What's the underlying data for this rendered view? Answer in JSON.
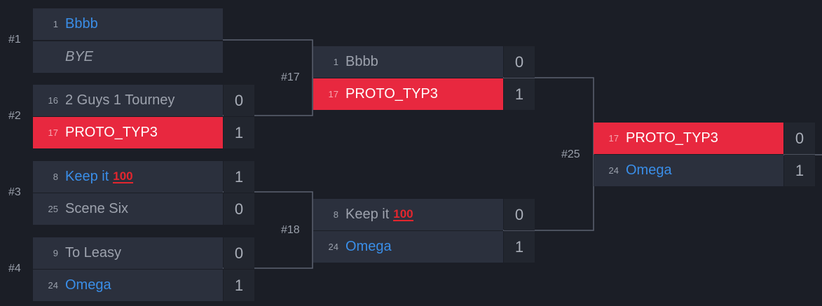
{
  "round1": {
    "matches": [
      {
        "label": "#1",
        "top": {
          "seed": "1",
          "name": "Bbbb",
          "score": ""
        },
        "bottom": {
          "seed": "",
          "name": "BYE",
          "score": ""
        }
      },
      {
        "label": "#2",
        "top": {
          "seed": "16",
          "name": "2 Guys 1 Tourney",
          "score": "0"
        },
        "bottom": {
          "seed": "17",
          "name": "PROTO_TYP3",
          "score": "1"
        }
      },
      {
        "label": "#3",
        "top": {
          "seed": "8",
          "name": "Keep it",
          "emoji": "100",
          "score": "1"
        },
        "bottom": {
          "seed": "25",
          "name": "Scene Six",
          "score": "0"
        }
      },
      {
        "label": "#4",
        "top": {
          "seed": "9",
          "name": "To Leasy",
          "score": "0"
        },
        "bottom": {
          "seed": "24",
          "name": "Omega",
          "score": "1"
        }
      }
    ]
  },
  "round2": {
    "matches": [
      {
        "label": "#17",
        "top": {
          "seed": "1",
          "name": "Bbbb",
          "score": "0"
        },
        "bottom": {
          "seed": "17",
          "name": "PROTO_TYP3",
          "score": "1"
        }
      },
      {
        "label": "#18",
        "top": {
          "seed": "8",
          "name": "Keep it",
          "emoji": "100",
          "score": "0"
        },
        "bottom": {
          "seed": "24",
          "name": "Omega",
          "score": "1"
        }
      }
    ]
  },
  "round3": {
    "matches": [
      {
        "label": "#25",
        "top": {
          "seed": "17",
          "name": "PROTO_TYP3",
          "score": "0"
        },
        "bottom": {
          "seed": "24",
          "name": "Omega",
          "score": "1"
        }
      }
    ]
  },
  "colors": {
    "background": "#1b1e26",
    "slot": "#2b303d",
    "highlight": "#e8283f",
    "link_blue": "#3a8ee8",
    "line": "#5d6270"
  }
}
